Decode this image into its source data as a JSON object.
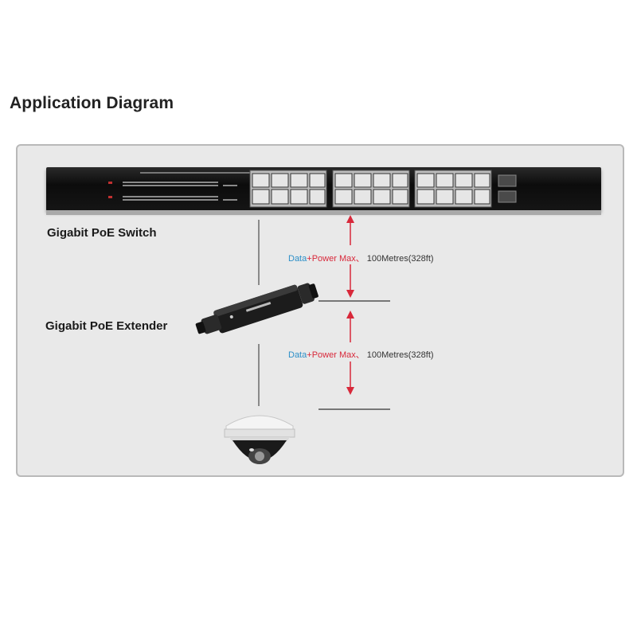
{
  "heading": "Application Diagram",
  "devices": {
    "switch_label": "Gigabit PoE  Switch",
    "extender_label": "Gigabit PoE Extender"
  },
  "links": [
    {
      "data": "Data",
      "plus": "+",
      "power": "Power",
      "max": "Max、",
      "distance": "100Metres(328ft)"
    },
    {
      "data": "Data",
      "plus": "+",
      "power": "Power",
      "max": "Max、",
      "distance": "100Metres(328ft)"
    }
  ],
  "colors": {
    "data": "#2c8fc8",
    "power": "#d8283a",
    "arrow": "#d8283a"
  }
}
